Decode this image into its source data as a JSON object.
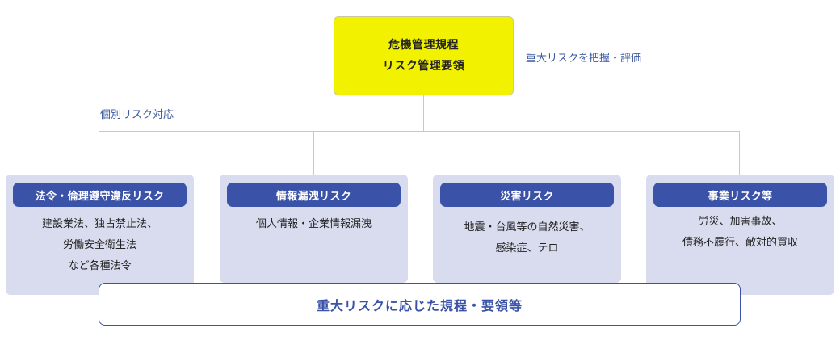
{
  "top": {
    "line1": "危機管理規程",
    "line2": "リスク管理要領"
  },
  "notes": {
    "right": "重大リスクを把握・評価",
    "left": "個別リスク対応"
  },
  "categories": [
    {
      "title": "法令・倫理遵守違反リスク",
      "desc": [
        "建設業法、独占禁止法、",
        "労働安全衛生法",
        "など各種法令"
      ]
    },
    {
      "title": "情報漏洩リスク",
      "desc": [
        "個人情報・企業情報漏洩"
      ]
    },
    {
      "title": "災害リスク",
      "desc": [
        "地震・台風等の自然災害、",
        "感染症、テロ"
      ]
    },
    {
      "title": "事業リスク等",
      "desc": [
        "労災、加害事故、",
        "債務不履行、敵対的買収"
      ]
    }
  ],
  "bottom": {
    "label": "重大リスクに応じた規程・要領等"
  },
  "colors": {
    "top_fill": "#f2f200",
    "card_fill": "#d9dcef",
    "accent": "#3a52a8",
    "note_text": "#3a5aa0"
  }
}
